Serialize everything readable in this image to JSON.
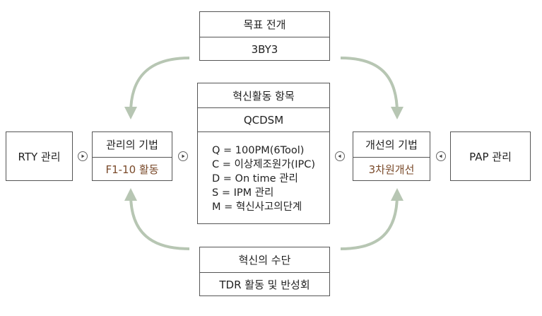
{
  "top": {
    "title": "목표 전개",
    "value": "3BY3"
  },
  "center": {
    "title": "혁신활동 항목",
    "value": "QCDSM",
    "items": [
      "Q = 100PM(6Tool)",
      "C = 이상제조원가(IPC)",
      "D = On time 관리",
      "S = IPM  관리",
      "M = 혁신사고의단계"
    ]
  },
  "bottom": {
    "title": "혁신의 수단",
    "value": "TDR 활동 및 반성회"
  },
  "left_outer": {
    "label": "RTY 관리"
  },
  "left_inner": {
    "title": "관리의 기법",
    "value": "F1-10 활동"
  },
  "right_inner": {
    "title": "개선의 기법",
    "value": "3차원개선"
  },
  "right_outer": {
    "label": "PAP 관리"
  },
  "colors": {
    "arrow": "#b7c6b3",
    "highlight_text": "#7a4a2a",
    "border": "#555555"
  }
}
